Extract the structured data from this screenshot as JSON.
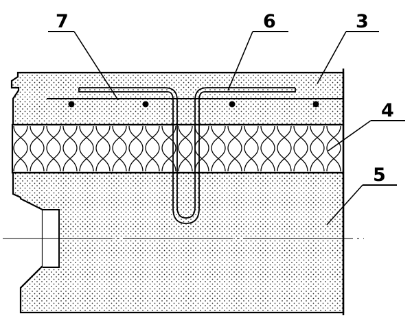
{
  "labels": {
    "reinforcement_mesh": "7",
    "connector": "6",
    "outer_layer": "3",
    "insulation": "4",
    "inner_layer": "5"
  },
  "colors": {
    "ink": "#000000",
    "paper": "#ffffff",
    "hatch_dot": "#222222"
  }
}
